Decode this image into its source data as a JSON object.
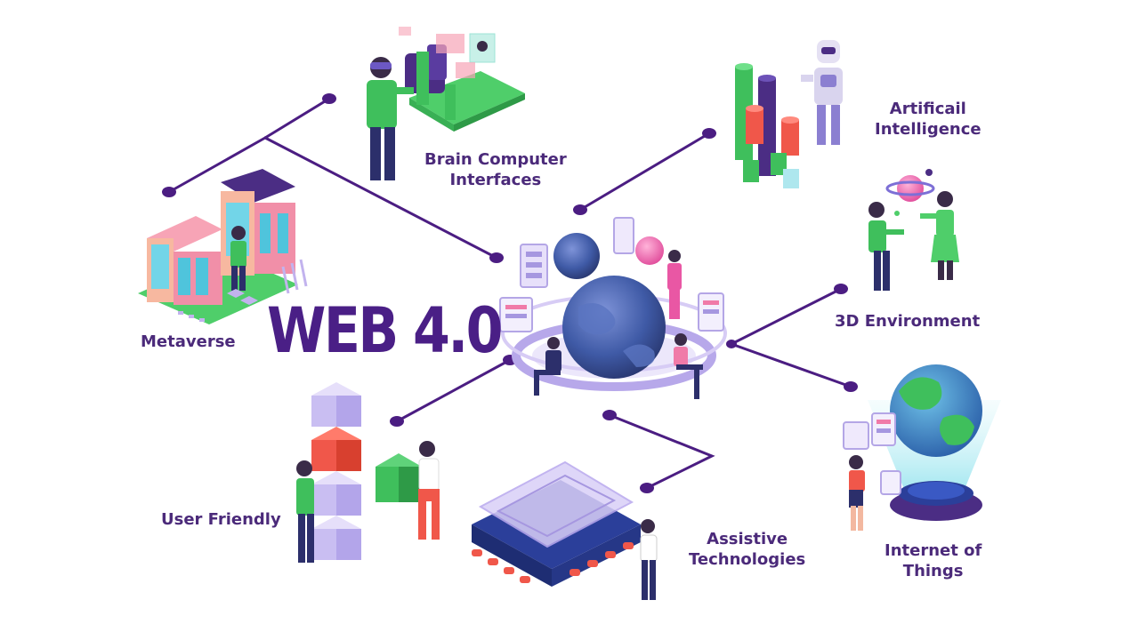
{
  "title": "WEB 4.0",
  "topics": {
    "bci": {
      "line1": "Brain Computer",
      "line2": "Interfaces"
    },
    "ai": {
      "line1": "Artificail",
      "line2": "Intelligence"
    },
    "metaverse": {
      "line1": "Metaverse"
    },
    "env3d": {
      "line1": "3D Environment"
    },
    "user_friendly": {
      "line1": "User Friendly"
    },
    "assistive": {
      "line1": "Assistive",
      "line2": "Technologies"
    },
    "iot": {
      "line1": "Internet of",
      "line2": "Things"
    }
  },
  "colors": {
    "connector": "#4b1d82",
    "title": "#4a1f86",
    "label": "#4b2a7a",
    "green": "#3cae4a",
    "purple": "#7d6fd6",
    "coral": "#f0574a",
    "globe": "#3f5aa6"
  }
}
